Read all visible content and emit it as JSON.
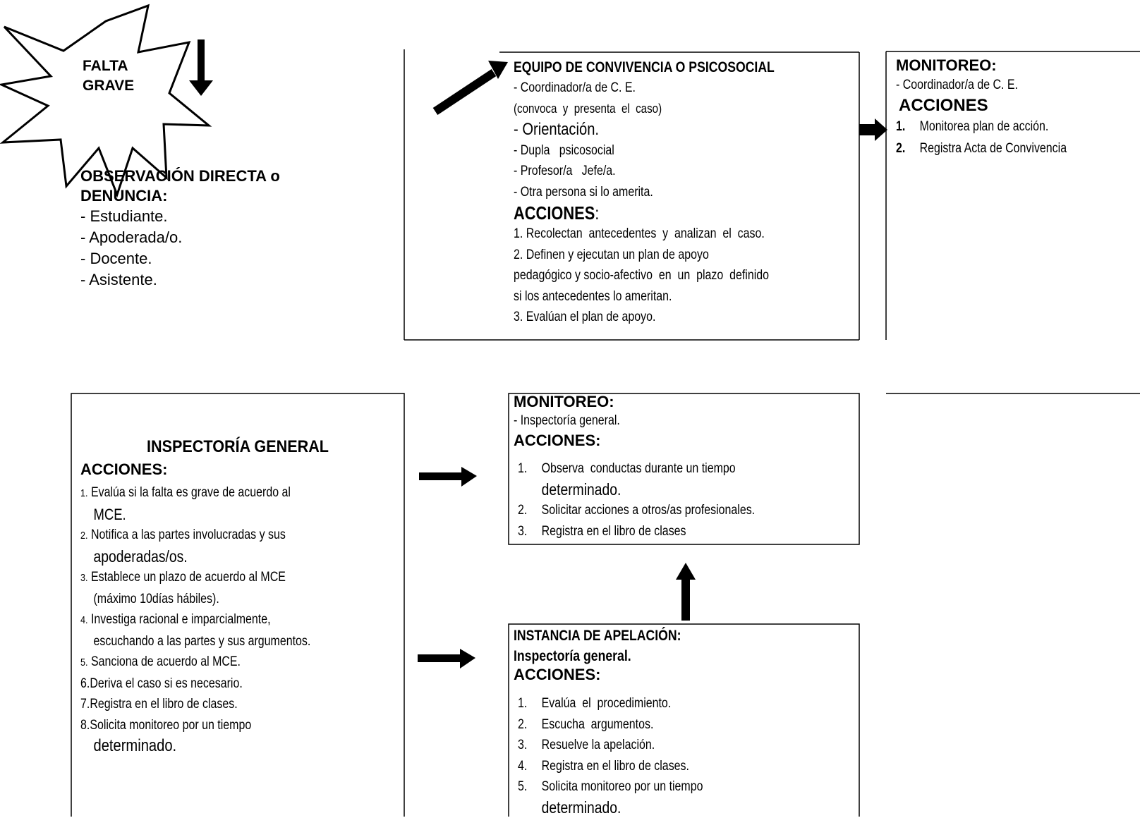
{
  "burst": {
    "title_line1": "FALTA",
    "title_line2": "GRAVE"
  },
  "observation": {
    "title_line1": "OBSERVACIÓN DIRECTA o",
    "title_line2": "DENUNCIA:",
    "items": [
      "- Estudiante.",
      "- Apoderada/o.",
      "- Docente.",
      "- Asistente."
    ]
  },
  "team": {
    "title": "EQUIPO DE CONVIVENCIA O PSICOSOCIAL",
    "members": [
      "- Coordinador/a de C. E.",
      "(convoca  y  presenta  el  caso)",
      "- Orientación.",
      "- Dupla   psicosocial",
      "- Profesor/a   Jefe/a.",
      "- Otra persona si lo amerita."
    ],
    "actions_title": "ACCIONES",
    "actions_colon": ":",
    "actions": [
      "1. Recolectan  antecedentes  y  analizan  el  caso.",
      "2. Definen y ejecutan un plan de apoyo",
      "pedagógico y socio-afectivo  en  un  plazo  definido",
      "si los antecedentes lo ameritan.",
      "3. Evalúan el plan de apoyo."
    ]
  },
  "monitor_top": {
    "title": "MONITOREO:",
    "member": "- Coordinador/a de C. E.",
    "actions_title": "ACCIONES",
    "actions": [
      {
        "num": "1.",
        "text": "Monitorea plan de acción."
      },
      {
        "num": "2.",
        "text": "Registra Acta de Convivencia"
      }
    ]
  },
  "inspectoria": {
    "title": "INSPECTORÍA GENERAL",
    "actions_title": "ACCIONES:",
    "items": [
      {
        "num": "1.",
        "text": "Evalúa si la falta es grave de acuerdo al",
        "cont": "MCE."
      },
      {
        "num": "2.",
        "text": "Notifica a las partes involucradas y sus",
        "cont": "apoderadas/os."
      },
      {
        "num": "3.",
        "text": "Establece un plazo de acuerdo al MCE",
        "cont": "(máximo 10días hábiles)."
      },
      {
        "num": "4.",
        "text": "Investiga racional e imparcialmente,",
        "cont": "escuchando a las partes y sus argumentos."
      },
      {
        "num": "5.",
        "text": "Sanciona de acuerdo al MCE."
      },
      {
        "num": "6.",
        "text": "Deriva el caso si es necesario."
      },
      {
        "num": "7.",
        "text": "Registra en el libro de clases."
      },
      {
        "num": "8.",
        "text": "Solicita monitoreo por un tiempo",
        "cont": "determinado."
      }
    ]
  },
  "monitor_mid": {
    "title": "MONITOREO:",
    "member": "- Inspectoría general.",
    "actions_title": "ACCIONES:",
    "items": [
      {
        "num": "1.",
        "text": "Observa  conductas durante un tiempo",
        "cont": "determinado."
      },
      {
        "num": "2.",
        "text": "Solicitar acciones a otros/as profesionales."
      },
      {
        "num": "3.",
        "text": "Registra en el libro de clases"
      }
    ]
  },
  "appeal": {
    "title": "INSTANCIA DE APELACIÓN:",
    "subtitle": "Inspectoría general.",
    "actions_title": "ACCIONES:",
    "items": [
      {
        "num": "1.",
        "text": "Evalúa  el  procedimiento."
      },
      {
        "num": "2.",
        "text": "Escucha  argumentos."
      },
      {
        "num": "3.",
        "text": "Resuelve la apelación."
      },
      {
        "num": "4.",
        "text": "Registra en el libro de clases."
      },
      {
        "num": "5.",
        "text": "Solicita monitoreo por un tiempo",
        "cont": "determinado."
      }
    ]
  }
}
